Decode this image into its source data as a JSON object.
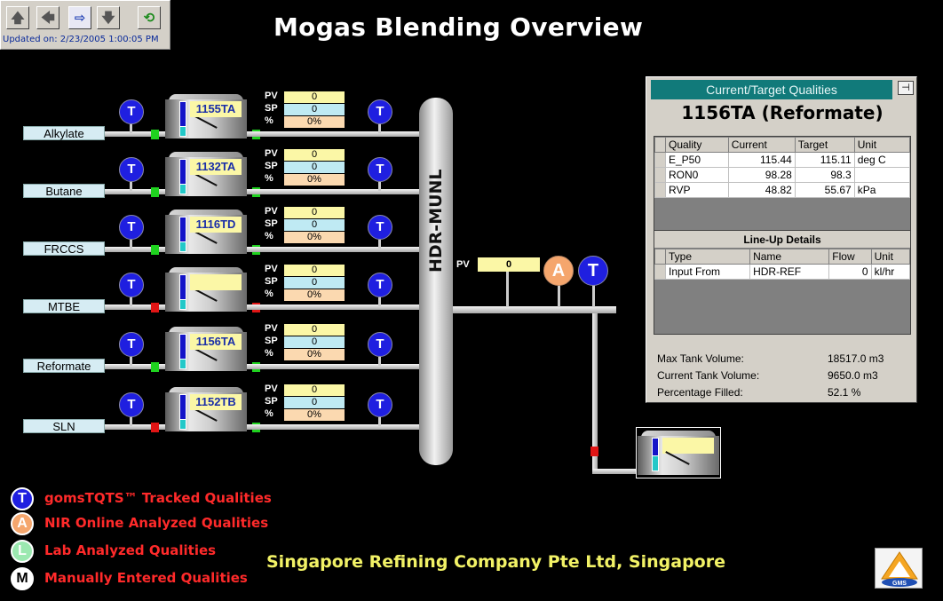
{
  "toolbar": {
    "buttons": [
      {
        "name": "up-arrow-icon",
        "glyph": "🡅"
      },
      {
        "name": "back-arrow-icon",
        "glyph": "🡄"
      },
      {
        "name": "forward-arrow-icon",
        "glyph": "⇨"
      },
      {
        "name": "down-arrow-icon",
        "glyph": "🡇"
      },
      {
        "name": "refresh-icon",
        "glyph": "⟲"
      }
    ],
    "updated": "Updated on: 2/23/2005 1:00:05 PM"
  },
  "title": "Mogas Blending Overview",
  "pv_label": "PV",
  "sp_label": "SP",
  "pct_label": "%",
  "feeds": [
    {
      "label": "Alkylate",
      "tank": "1155TA",
      "pv": "0",
      "sp": "0",
      "pct": "0%",
      "valve_in": "green",
      "valve_out": "green"
    },
    {
      "label": "Butane",
      "tank": "1132TA",
      "pv": "0",
      "sp": "0",
      "pct": "0%",
      "valve_in": "green",
      "valve_out": "green"
    },
    {
      "label": "FRCCS",
      "tank": "1116TD",
      "pv": "0",
      "sp": "0",
      "pct": "0%",
      "valve_in": "green",
      "valve_out": "green"
    },
    {
      "label": "MTBE",
      "tank": "",
      "pv": "0",
      "sp": "0",
      "pct": "0%",
      "valve_in": "red",
      "valve_out": "red"
    },
    {
      "label": "Reformate",
      "tank": "1156TA",
      "pv": "0",
      "sp": "0",
      "pct": "0%",
      "valve_in": "green",
      "valve_out": "green"
    },
    {
      "label": "SLN",
      "tank": "1152TB",
      "pv": "0",
      "sp": "0",
      "pct": "0%",
      "valve_in": "red",
      "valve_out": "green"
    }
  ],
  "header": "HDR-MUNL",
  "header_pv": "0",
  "quality_badges": {
    "t": "T",
    "a": "A",
    "l": "L",
    "m": "M"
  },
  "panel": {
    "heading": "Current/Target Qualities",
    "tank_title": "1156TA (Reformate)",
    "quality_columns": [
      "Quality",
      "Current",
      "Target",
      "Unit"
    ],
    "qualities": [
      {
        "quality": "E_P50",
        "current": "115.44",
        "target": "115.11",
        "unit": "deg C"
      },
      {
        "quality": "RON0",
        "current": "98.28",
        "target": "98.3",
        "unit": ""
      },
      {
        "quality": "RVP",
        "current": "48.82",
        "target": "55.67",
        "unit": "kPa"
      }
    ],
    "lineup_heading": "Line-Up Details",
    "lineup_columns": [
      "Type",
      "Name",
      "Flow",
      "Unit"
    ],
    "lineup": [
      {
        "type": "Input From",
        "name": "HDR-REF",
        "flow": "0",
        "unit": "kl/hr"
      }
    ],
    "stats": [
      {
        "label": "Max Tank Volume:",
        "value": "18517.0 m3"
      },
      {
        "label": "Current Tank Volume:",
        "value": "9650.0 m3"
      },
      {
        "label": "Percentage Filled:",
        "value": "52.1 %"
      }
    ]
  },
  "legend": [
    {
      "letter": "T",
      "text": "gomsTQTS™ Tracked Qualities",
      "bg": "#1f1fe0",
      "fg": "#ffffff"
    },
    {
      "letter": "A",
      "text": "NIR Online Analyzed Qualities",
      "bg": "#f5a66d",
      "fg": "#ffffff"
    },
    {
      "letter": "L",
      "text": "Lab Analyzed Qualities",
      "bg": "#9be8b0",
      "fg": "#ffffff"
    },
    {
      "letter": "M",
      "text": "Manually Entered Qualities",
      "bg": "#ffffff",
      "fg": "#000000"
    }
  ],
  "company": "Singapore Refining Company Pte Ltd, Singapore",
  "logo_text": "GMS",
  "colors": {
    "valve_green": "#1fd21f",
    "valve_red": "#e01515",
    "panel_teal": "#117a7a"
  }
}
